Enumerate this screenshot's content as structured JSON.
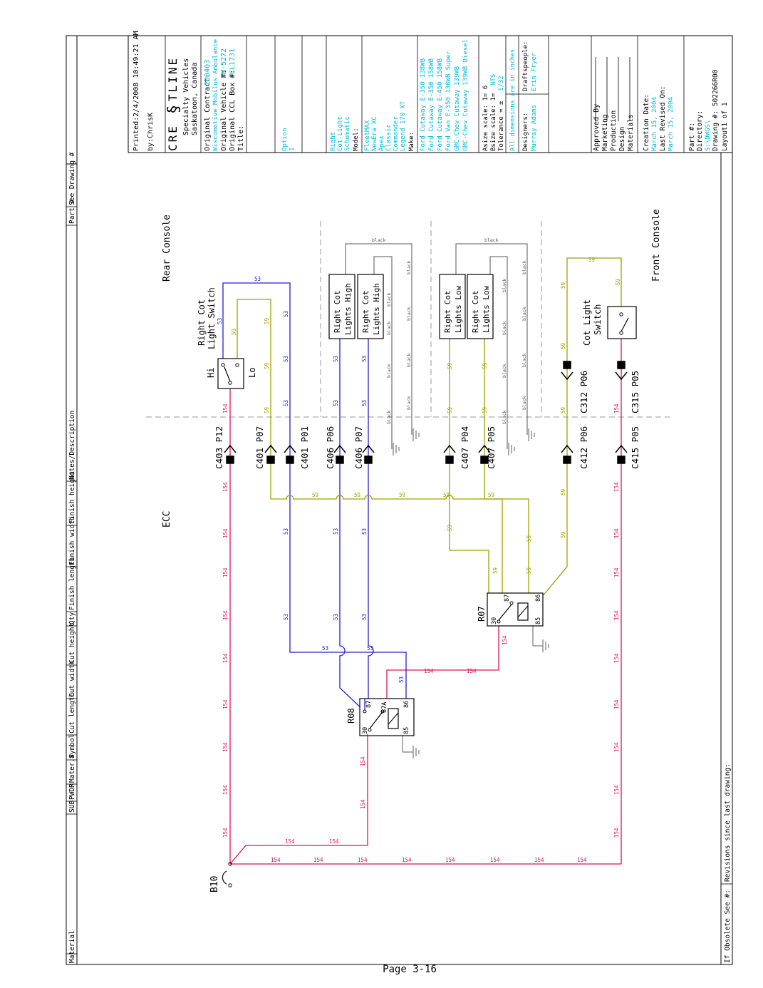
{
  "colors": {
    "wire_53": "#2020d0",
    "wire_59": "#a0a000",
    "wire_154": "#e0105a",
    "ground": "#777777",
    "cyan_text": "#00b8d8",
    "dashed": "#999999"
  },
  "title_block": {
    "printed": "Printed:2/4/2008 10:49:21 AM",
    "by": "by:ChrisK",
    "brand_left": "CRE",
    "brand_right": "TLINE",
    "company": "Specialty Vehicles",
    "location": "Saskatoon, Canada",
    "original_contract": "Original Contract:",
    "original_contract_val": "200403",
    "customer": "Wiscomotive Mobilus Ambulance",
    "original_vehicle": "Original Vehicle #:",
    "original_vehicle_val": "FM-5272",
    "original_ccl": "Original CCL Box #:",
    "original_ccl_val": "CCL1731",
    "title": "Title:",
    "option_label": "Option",
    "option_value": "1",
    "desc1": "Right",
    "desc2": "Cot-Light",
    "desc3": "Schematic",
    "model": "Model:",
    "models": [
      "FleetMAX",
      "NewEra XC",
      "Apex",
      "Classic",
      "Commander",
      "Legend 170 XT"
    ],
    "make": "Make:",
    "makes": [
      "Ford Cutaway E-350 138WB",
      "Ford Cutaway E-350 158WB",
      "Ford Cutaway E-450 158WB",
      "Ford Van E-350 138WB Super",
      "GMC-Chev Cutaway 139WB",
      "GMC-Chev Cutaway 139WB Diesel"
    ],
    "asize": "Asize scale: 1= 6",
    "bsize": "Bsize scale: 1=",
    "bsize_val": "NTS",
    "tolerance": "Tolerance = ±",
    "tolerance_val": "1/32",
    "all_dims": "All dimensions are in inches",
    "designers": "Designers:",
    "designer_name": "Murray Adams",
    "draftspeople": "Draftspeople:",
    "drafter_name": "Erin Fryer",
    "approved_by": "Approved By",
    "approvals": [
      "Marketing",
      "Production",
      "Design",
      "Materials"
    ],
    "creation_date": "Creation Date:",
    "creation_date_val": "March 15, 2004",
    "last_revised": "Last Revised On:",
    "last_revised_val": "March 15, 2004",
    "part": "Part #:",
    "directory": "Directory:",
    "directory_val": "S:\\DWGS\\",
    "drawing": "Drawing #: 502266R00",
    "layout": "Layout1 of 1"
  },
  "table_header": {
    "columns": [
      "Material",
      "SUB",
      "PWDR",
      "Mater.#",
      "Symbol",
      "Cut length",
      "Cut width",
      "Cut height",
      "Qty",
      "Finish length",
      "Finish width",
      "Finish height",
      "Notes/Description",
      "Part #",
      "See Drawing #"
    ]
  },
  "bottom_bar": {
    "obsolete": "If Obsolete See #:",
    "revisions": "Revisions since last drawing:",
    "revisions_val": "--"
  },
  "schematic": {
    "areas": {
      "rear": "Rear Console",
      "front": "Front Console",
      "ecc": "ECC"
    },
    "switches": {
      "right_cot_1": "Right Cot",
      "right_cot_2": "Light Switch",
      "hi": "Hi",
      "lo": "Lo",
      "cot_1": "Cot Light",
      "cot_2": "Switch"
    },
    "lights": [
      {
        "l1": "Right Cot",
        "l2": "Lights High"
      },
      {
        "l1": "Right Cot",
        "l2": "Lights High"
      },
      {
        "l1": "Right Cot",
        "l2": "Lights Low"
      },
      {
        "l1": "Right Cot",
        "l2": "Lights Low"
      }
    ],
    "connectors_ecc": [
      "C403 P12",
      "C401 P07",
      "C401 P01",
      "C406 P06",
      "C406 P07",
      "C407 P04",
      "C407 P05",
      "C412 P06",
      "C415 P05"
    ],
    "connectors_front": [
      "C312 P06",
      "C315 P05"
    ],
    "relays": {
      "r07": {
        "name": "R07",
        "p30": "30",
        "p85": "85",
        "p86": "86",
        "p87": "87"
      },
      "r08": {
        "name": "R08",
        "p30": "30",
        "p85": "85",
        "p86": "86",
        "p87": "87",
        "p87a": "87A"
      }
    },
    "breaker": "B10",
    "wire_labels": {
      "w53": "53",
      "w59": "59",
      "w154": "154",
      "black": "black"
    }
  },
  "page": "Page 3-16"
}
